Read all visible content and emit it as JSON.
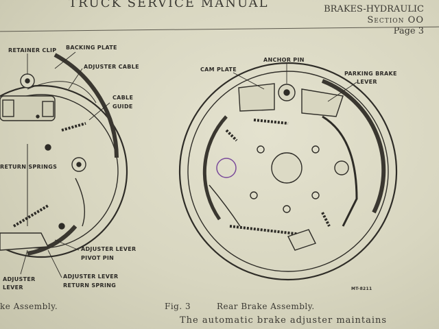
{
  "header": {
    "title": "TRUCK SERVICE MANUAL",
    "section_name": "BRAKES-HYDRAULIC",
    "section_no": "Section OO",
    "page_no": "Page 3"
  },
  "left_figure": {
    "labels": {
      "retainer_clip": "RETAINER CLIP",
      "backing_plate": "BACKING PLATE",
      "adjuster_cable": "ADJUSTER CABLE",
      "cable": "CABLE",
      "guide": "GUIDE",
      "return_springs": "RETURN SPRINGS",
      "adjuster_lever_pivot_pin_1": "ADJUSTER LEVER",
      "adjuster_lever_pivot_pin_2": "PIVOT PIN",
      "adjuster_lever_return_spring_1": "ADJUSTER LEVER",
      "adjuster_lever_return_spring_2": "RETURN SPRING",
      "adjuster_1": "ADJUSTER",
      "adjuster_2": "LEVER"
    },
    "caption": "ke Assembly."
  },
  "right_figure": {
    "labels": {
      "cam_plate": "CAM PLATE",
      "anchor_pin": "ANCHOR PIN",
      "parking_brake_1": "PARKING BRAKE",
      "parking_brake_2": "LEVER",
      "plate_code": "MT-8211"
    },
    "caption_fig": "Fig. 3",
    "caption_text": "Rear Brake Assembly."
  },
  "bottom_text": "The automatic brake adjuster maintains"
}
